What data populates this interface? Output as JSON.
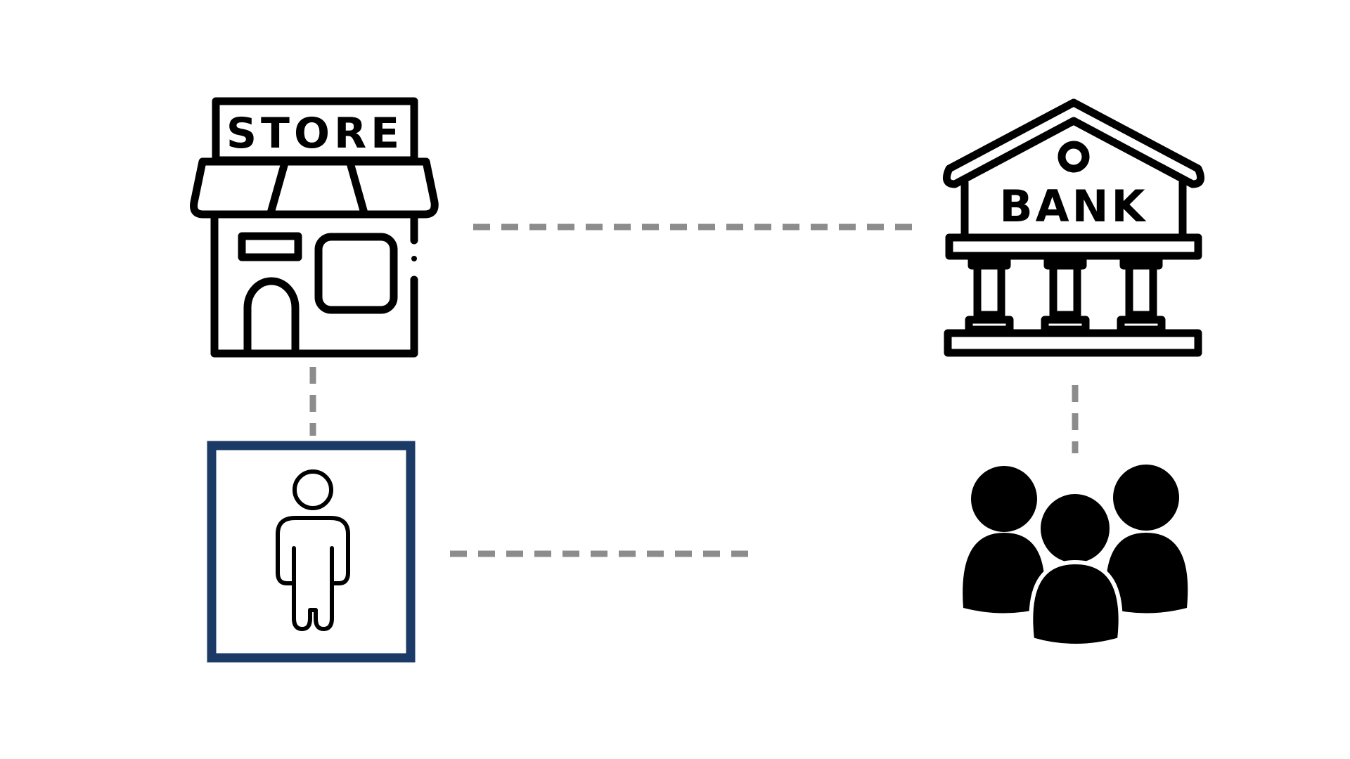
{
  "diagram": {
    "store": {
      "icon": "store-icon",
      "sign_text": "STORE"
    },
    "bank": {
      "icon": "bank-icon",
      "sign_text": "BANK"
    },
    "person": {
      "icon": "person-icon",
      "highlighted": true
    },
    "group": {
      "icon": "group-of-people-icon"
    },
    "connectors": [
      "store-to-bank",
      "store-to-person",
      "person-to-group",
      "bank-to-group"
    ],
    "colors": {
      "icon": "#000000",
      "connector": "#8c8c8c",
      "highlight_frame": "#1b3a66"
    }
  }
}
